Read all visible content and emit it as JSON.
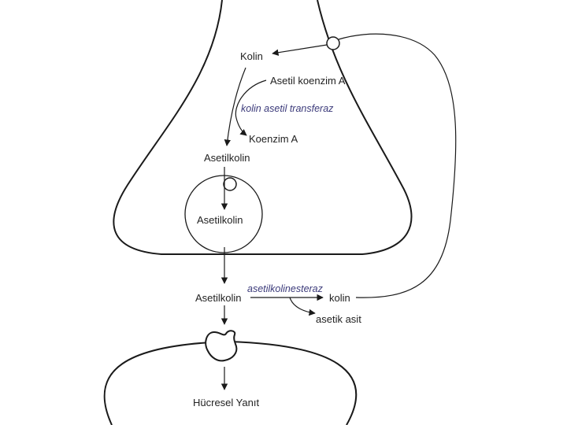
{
  "labels": {
    "kolin_top": "Kolin",
    "asetil_koenzim_a": "Asetil koenzim A",
    "kolin_asetil_transferaz": "kolin asetil transferaz",
    "koenzim_a": "Koenzim A",
    "asetilkolin_inside": "Asetilkolin",
    "asetilkolin_vesicle": "Asetilkolin",
    "asetilkolin_cleft": "Asetilkolin",
    "asetilkolinesteraz": "asetilkolinesteraz",
    "kolin_bottom": "kolin",
    "asetik_asit": "asetik asit",
    "hucresel_yanit": "Hücresel Yanıt"
  },
  "colors": {
    "line": "#1a1a1a",
    "text": "#222222",
    "enzyme_text": "#3b3a7a",
    "background": "#ffffff"
  }
}
